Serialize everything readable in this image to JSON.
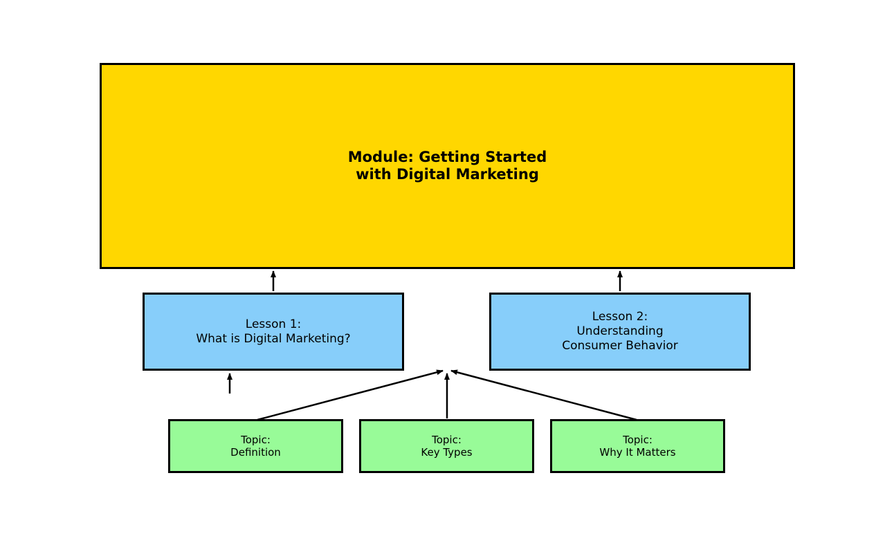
{
  "diagram": {
    "module": {
      "line1": "Module: Getting Started",
      "line2": "with Digital Marketing",
      "color": "#FFD700"
    },
    "lessons": [
      {
        "line1": "Lesson 1:",
        "line2": "What is Digital Marketing?",
        "color": "#87CEFA"
      },
      {
        "line1": "Lesson 2:",
        "line2": "Understanding",
        "line3": "Consumer Behavior",
        "color": "#87CEFA"
      }
    ],
    "topics": [
      {
        "line1": "Topic:",
        "line2": "Definition",
        "color": "#98FB98"
      },
      {
        "line1": "Topic:",
        "line2": "Key Types",
        "color": "#98FB98"
      },
      {
        "line1": "Topic:",
        "line2": "Why It Matters",
        "color": "#98FB98"
      }
    ],
    "edge_color": "#000000"
  }
}
